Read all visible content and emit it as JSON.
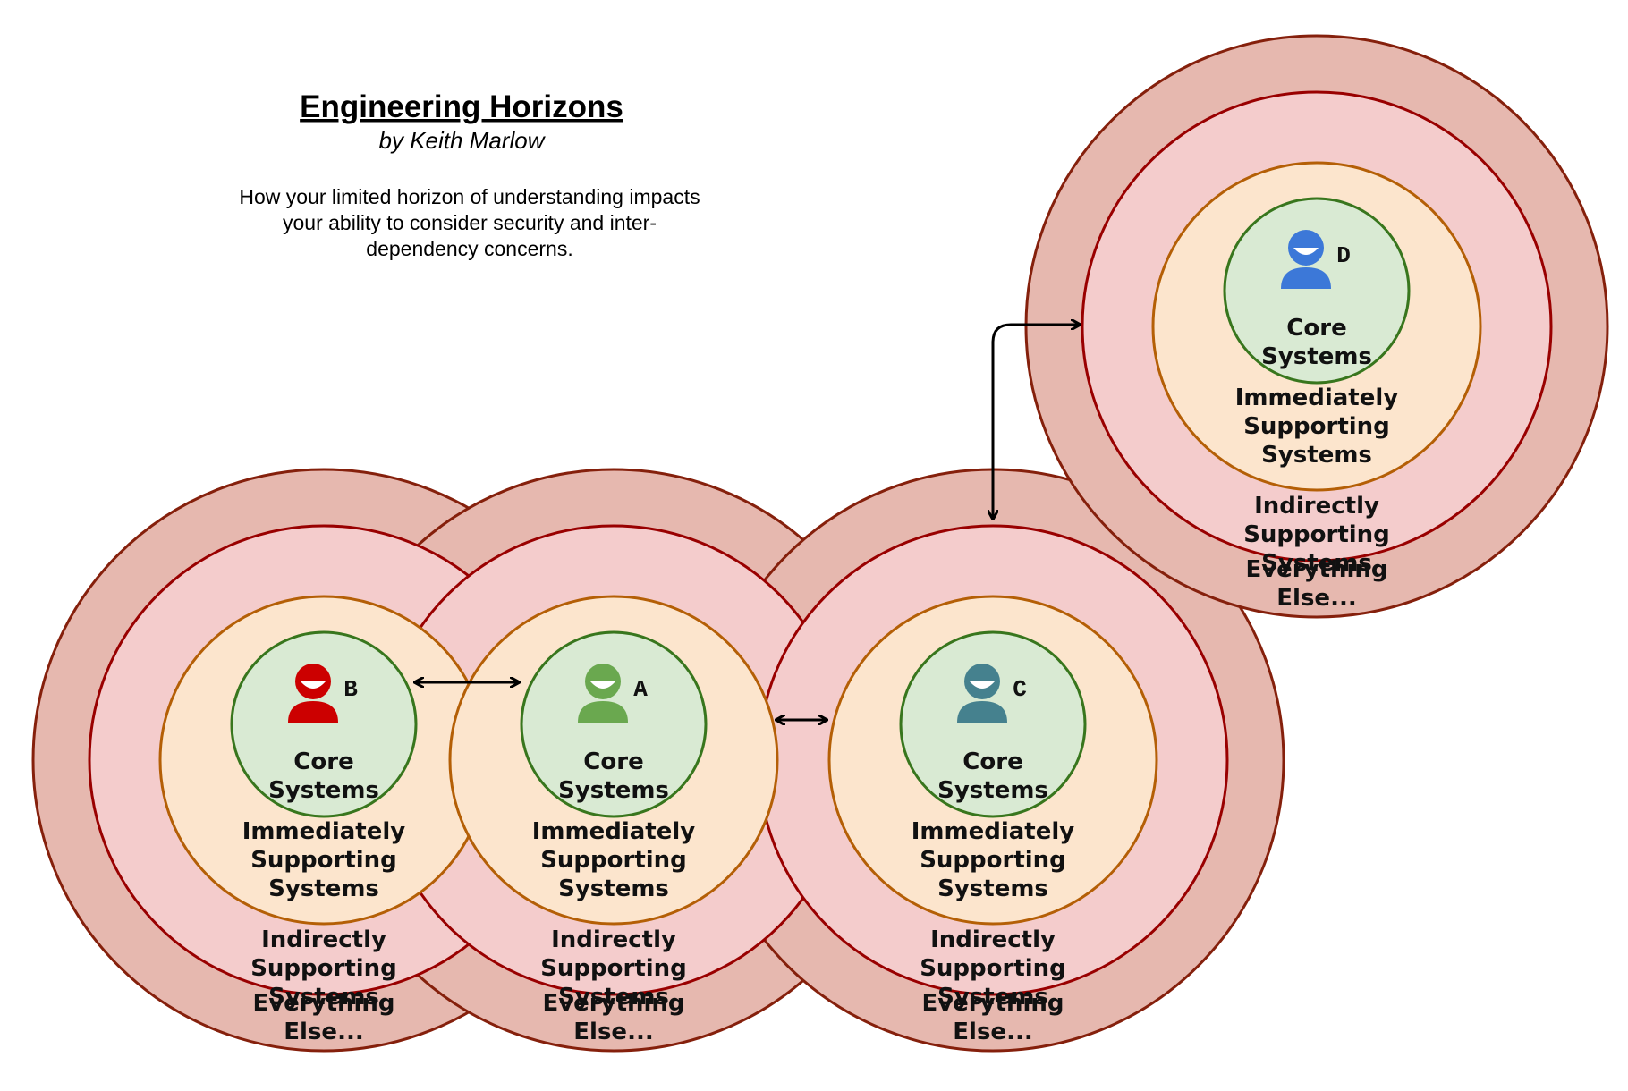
{
  "header": {
    "title": "Engineering Horizons",
    "subtitle": "by Keith Marlow",
    "description": [
      "How your limited horizon of understanding impacts",
      "your ability to consider security and inter-",
      "dependency concerns."
    ]
  },
  "ring_labels": {
    "core": [
      "Core",
      "Systems"
    ],
    "immediate": [
      "Immediately",
      "Supporting",
      "Systems"
    ],
    "indirect": [
      "Indirectly",
      "Supporting",
      "Systems"
    ],
    "everything": [
      "Everything",
      "Else..."
    ]
  },
  "horizons": [
    {
      "id": "B",
      "letter": "B",
      "person_color": "#cc0000"
    },
    {
      "id": "A",
      "letter": "A",
      "person_color": "#6aa84f"
    },
    {
      "id": "C",
      "letter": "C",
      "person_color": "#45818e"
    },
    {
      "id": "D",
      "letter": "D",
      "person_color": "#3c78d8"
    }
  ],
  "connections": [
    {
      "from": "B",
      "to": "A",
      "type": "bidirectional"
    },
    {
      "from": "A",
      "to": "C",
      "type": "bidirectional"
    },
    {
      "from": "C",
      "to": "D",
      "type": "bidirectional"
    }
  ],
  "colors": {
    "everything_fill": "#e6b8af",
    "everything_stroke": "#85200c",
    "indirect_fill": "#f4cccc",
    "indirect_stroke": "#990000",
    "immediate_fill": "#fce5cd",
    "immediate_stroke": "#b45f06",
    "core_fill": "#d9ead3",
    "core_stroke": "#38761d"
  }
}
